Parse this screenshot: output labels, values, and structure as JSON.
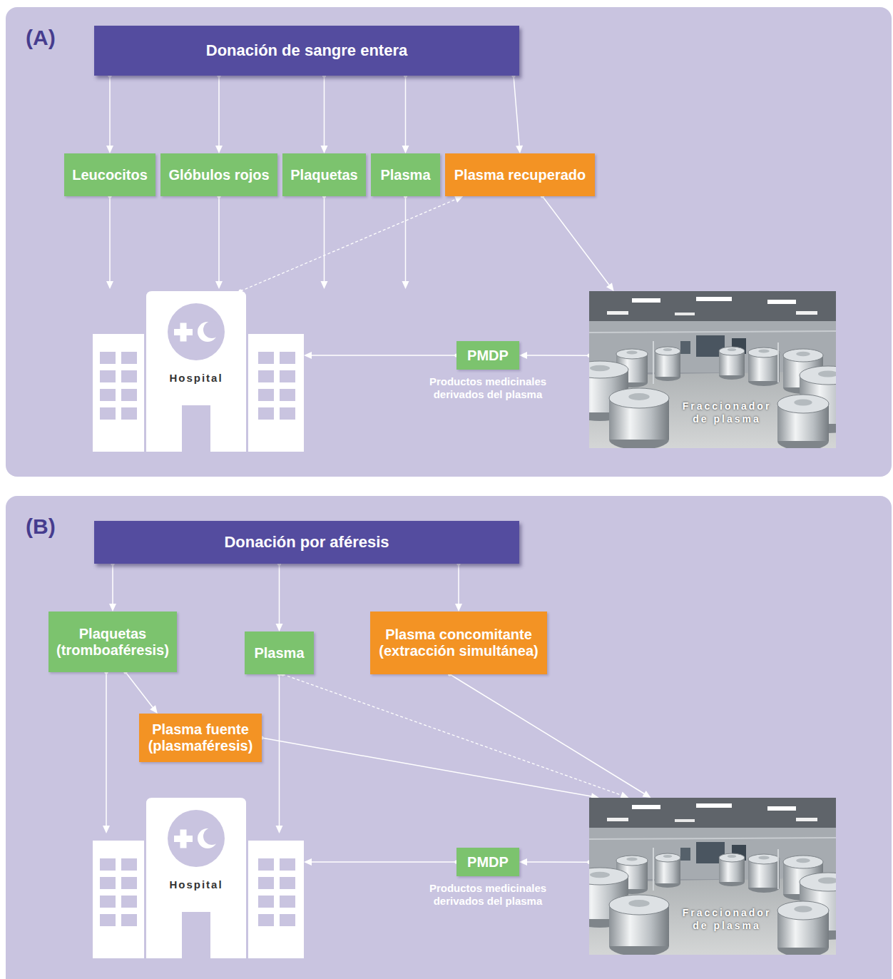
{
  "diagram": {
    "nodes": [
      {
        "text": [
          "(A)"
        ]
      },
      {
        "text": [
          "Donación de sangre entera"
        ],
        "in": 0
      },
      {
        "text": [
          "Leucocitos"
        ],
        "in": 0
      },
      {
        "text": [
          "Glóbulos rojos"
        ],
        "in": 0
      },
      {
        "text": [
          "Plaquetas"
        ],
        "in": 0
      },
      {
        "text": [
          "Plasma"
        ],
        "in": 0
      },
      {
        "text": [
          "Plasma recuperado"
        ],
        "in": 0
      },
      {
        "text": [
          "Hospital"
        ],
        "in": 0
      },
      {
        "text": [
          "PMDP",
          "Productos medicinales derivados del plasma"
        ],
        "in": 0
      },
      {
        "text": [
          "Fraccionador de plasma"
        ],
        "in": 0
      },
      {
        "text": [
          "(B)"
        ]
      },
      {
        "text": [
          "Donación por aféresis"
        ],
        "in": 10
      },
      {
        "text": [
          "Plaquetas (tromboaféresis)"
        ],
        "in": 10
      },
      {
        "text": [
          "Plasma"
        ],
        "in": 10
      },
      {
        "text": [
          "Plasma concomitante (extracción simultánea)"
        ],
        "in": 10
      },
      {
        "text": [
          "Plasma fuente (plasmaféresis)"
        ],
        "in": 10
      },
      {
        "text": [
          "Hospital"
        ],
        "in": 10
      },
      {
        "text": [
          "PMDP",
          "Productos medicinales derivados del plasma"
        ],
        "in": 10
      },
      {
        "text": [
          "Fraccionador de plasma"
        ],
        "in": 10
      }
    ],
    "edges": [
      {
        "from": 1,
        "to": 2,
        "arrow": "to"
      },
      {
        "from": 1,
        "to": 3,
        "arrow": "to"
      },
      {
        "from": 1,
        "to": 4,
        "arrow": "to"
      },
      {
        "from": 1,
        "to": 5,
        "arrow": "to"
      },
      {
        "from": 1,
        "to": 6,
        "arrow": "to"
      },
      {
        "from": 2,
        "to": 7,
        "arrow": "to"
      },
      {
        "from": 3,
        "to": 7,
        "arrow": "to"
      },
      {
        "from": 4,
        "to": 7,
        "arrow": "to"
      },
      {
        "from": 5,
        "to": 7,
        "arrow": "to"
      },
      {
        "from": 7,
        "to": 6,
        "arrow": "to"
      },
      {
        "from": 6,
        "to": 9,
        "arrow": "to"
      },
      {
        "from": 9,
        "to": 8,
        "arrow": "to"
      },
      {
        "from": 8,
        "to": 7,
        "arrow": "to"
      },
      {
        "from": 11,
        "to": 12,
        "arrow": "to"
      },
      {
        "from": 11,
        "to": 13,
        "arrow": "to"
      },
      {
        "from": 11,
        "to": 14,
        "arrow": "to"
      },
      {
        "from": 12,
        "to": 16,
        "arrow": "to"
      },
      {
        "from": 12,
        "to": 15,
        "arrow": "to"
      },
      {
        "from": 13,
        "to": 16,
        "arrow": "to"
      },
      {
        "from": 13,
        "to": 18,
        "arrow": "to"
      },
      {
        "from": 15,
        "to": 18,
        "arrow": "to"
      },
      {
        "from": 14,
        "to": 18,
        "arrow": "to"
      },
      {
        "from": 18,
        "to": 17,
        "arrow": "to"
      },
      {
        "from": 17,
        "to": 16,
        "arrow": "to"
      }
    ]
  }
}
